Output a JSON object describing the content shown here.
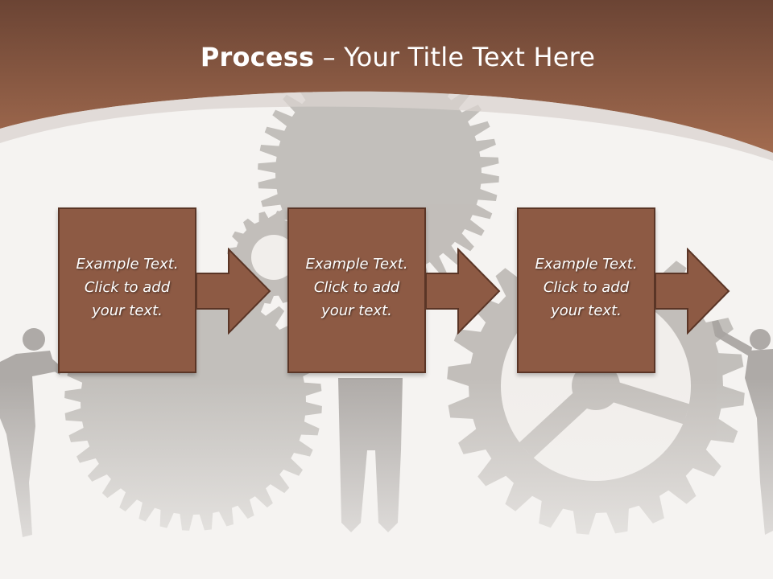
{
  "title": {
    "bold": "Process",
    "rest": " – Your Title Text Here"
  },
  "steps": [
    {
      "line1": "Example Text.",
      "line2": "Click  to add",
      "line3": "your text."
    },
    {
      "line1": "Example Text.",
      "line2": "Click  to add",
      "line3": "your text."
    },
    {
      "line1": "Example Text.",
      "line2": "Click  to add",
      "line3": "your text."
    }
  ],
  "colors": {
    "header_dark": "#6b4434",
    "header_light": "#a0684c",
    "box_fill": "#8d5a44",
    "box_border": "#5a3526",
    "gear": "#bdb9b5",
    "silhouette": "#a7a3a0",
    "background": "#f5f3f1"
  },
  "icons": [
    "gear-icon",
    "person-silhouette",
    "right-arrow-icon"
  ]
}
